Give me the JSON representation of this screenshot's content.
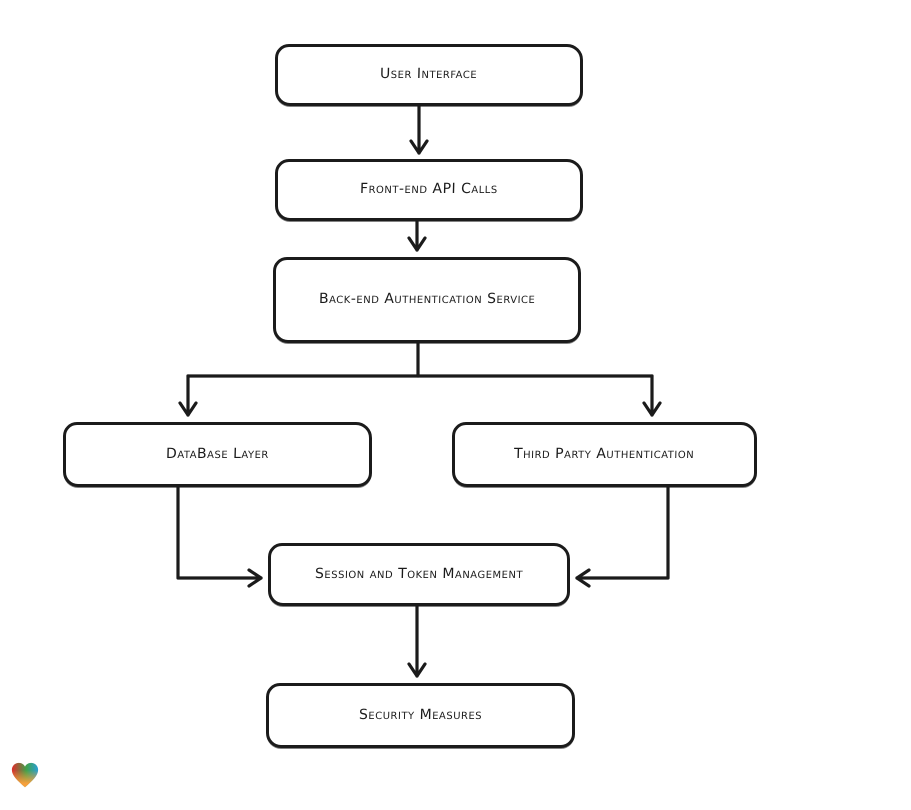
{
  "diagram": {
    "type": "flowchart",
    "background": "#ffffff",
    "stroke_color": "#1b1b1b",
    "node_fill": "#ffffff",
    "nodes": [
      {
        "id": "user-interface",
        "label": "User Interface"
      },
      {
        "id": "front-end-api-calls",
        "label": "Front-end API Calls"
      },
      {
        "id": "back-end-authentication-service",
        "label": "Back-end Authentication Service"
      },
      {
        "id": "database-layer",
        "label": "DataBase Layer"
      },
      {
        "id": "third-party-authentication",
        "label": "Third Party Authentication"
      },
      {
        "id": "session-and-token-management",
        "label": "Session and Token Management"
      },
      {
        "id": "security-measures",
        "label": "Security Measures"
      }
    ],
    "edges": [
      {
        "from": "user-interface",
        "to": "front-end-api-calls"
      },
      {
        "from": "front-end-api-calls",
        "to": "back-end-authentication-service"
      },
      {
        "from": "back-end-authentication-service",
        "to": "database-layer"
      },
      {
        "from": "back-end-authentication-service",
        "to": "third-party-authentication"
      },
      {
        "from": "database-layer",
        "to": "session-and-token-management"
      },
      {
        "from": "third-party-authentication",
        "to": "session-and-token-management"
      },
      {
        "from": "session-and-token-management",
        "to": "security-measures"
      }
    ],
    "watermark": {
      "icon": "heart-gradient-icon",
      "colors": [
        "#e12b2b",
        "#3fa24a",
        "#2a9fd6",
        "#f7a03c"
      ]
    }
  }
}
